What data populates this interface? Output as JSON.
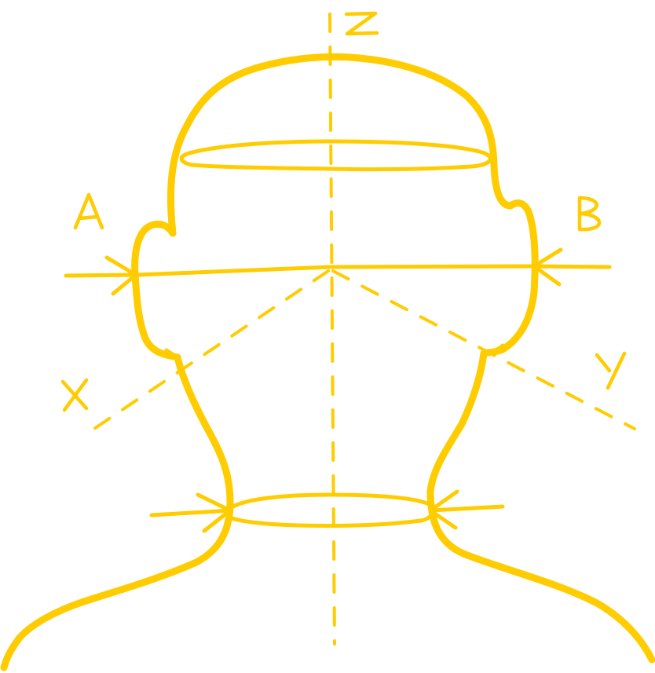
{
  "diagram": {
    "stroke_color": "#FFCC00",
    "labels": {
      "z_axis": "Z",
      "x_axis": "X",
      "y_axis": "Y",
      "point_a": "A",
      "point_b": "B"
    }
  }
}
